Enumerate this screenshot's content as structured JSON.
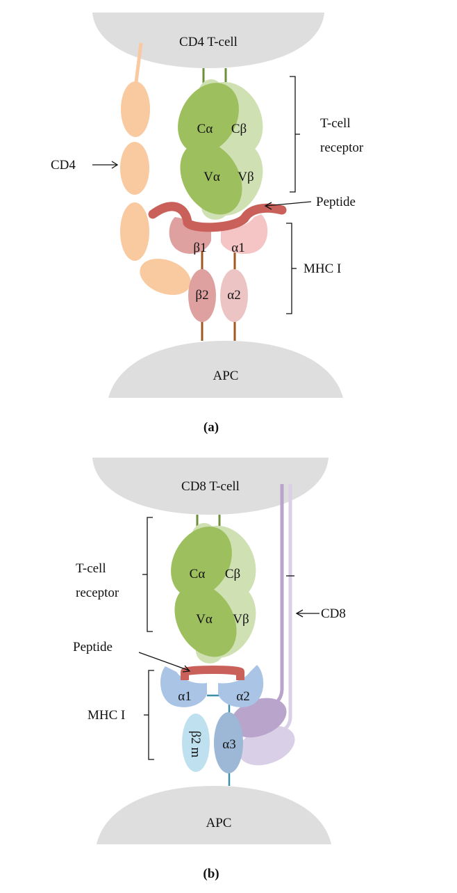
{
  "panel_a": {
    "panel_label": "(a)",
    "top_cell": "CD4 T-cell",
    "bottom_cell": "APC",
    "cd4_label": "CD4",
    "tcr_label_line1": "T-cell",
    "tcr_label_line2": "receptor",
    "peptide_label": "Peptide",
    "mhc_label": "MHC I",
    "domains": {
      "c_alpha": "Cα",
      "c_beta": "Cβ",
      "v_alpha": "Vα",
      "v_beta": "Vβ",
      "beta1": "β1",
      "alpha1": "α1",
      "beta2": "β2",
      "alpha2": "α2"
    }
  },
  "panel_b": {
    "panel_label": "(b)",
    "top_cell": "CD8 T-cell",
    "bottom_cell": "APC",
    "cd8_label": "CD8",
    "tcr_label_line1": "T-cell",
    "tcr_label_line2": "receptor",
    "peptide_label": "Peptide",
    "mhc_label": "MHC I",
    "domains": {
      "c_alpha": "Cα",
      "c_beta": "Cβ",
      "v_alpha": "Vα",
      "v_beta": "Vβ",
      "alpha1": "α1",
      "alpha2": "α2",
      "beta2m": "β2 m",
      "alpha3": "α3"
    }
  },
  "colors": {
    "cell": "#dedede",
    "tcr_dark": "#9dbf5e",
    "tcr_light": "#cfe0b3",
    "tcr_stalk": "#6e8f3a",
    "cd4": "#f9c99f",
    "peptide": "#c9615a",
    "mhc_a_beta": "#dfa0a0",
    "mhc_a_alpha1": "#f5c4c4",
    "mhc_a_alpha2": "#ecc4c4",
    "mhc_stalk_a": "#a0581e",
    "mhc_b_blue": "#a9c4e4",
    "mhc_b_alpha3": "#9db8d6",
    "beta2m": "#bfe0ef",
    "mhc_stalk_b": "#3a8fa8",
    "cd8_dark": "#b9a4cc",
    "cd8_light": "#d9cfe6"
  }
}
